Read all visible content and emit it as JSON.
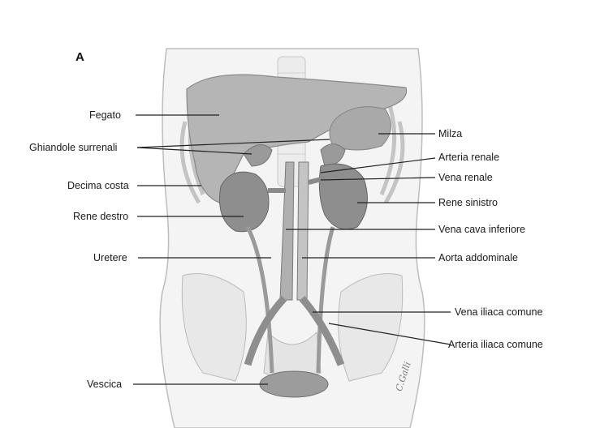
{
  "panel_letter": "A",
  "signature": "C.Galli",
  "colors": {
    "organ": "#9c9c9c",
    "organ_dark": "#8a8a8a",
    "vessel": "#c9c9c9",
    "body": "#f4f4f4",
    "line": "#222222"
  },
  "labels": {
    "fegato": "Fegato",
    "ghiandole": "Ghiandole surrenali",
    "decima": "Decima costa",
    "rene_destro": "Rene destro",
    "uretere": "Uretere",
    "vescica": "Vescica",
    "milza": "Milza",
    "arteria_renale": "Arteria renale",
    "vena_renale": "Vena renale",
    "rene_sinistro": "Rene sinistro",
    "vena_cava": "Vena cava inferiore",
    "aorta": "Aorta addominale",
    "vena_iliaca": "Vena iliaca comune",
    "arteria_iliaca": "Arteria iliaca comune"
  }
}
